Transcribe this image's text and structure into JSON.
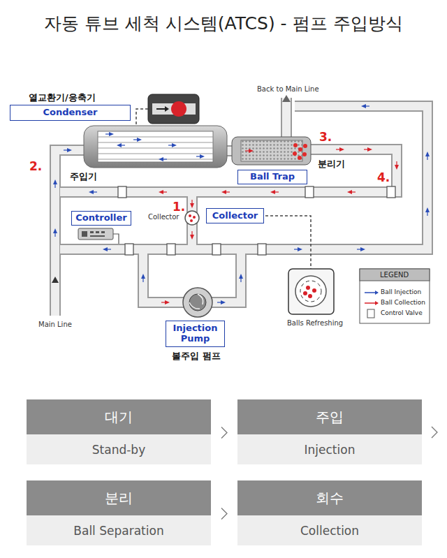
{
  "diagram": {
    "title": "자동 튜브 세척 시스템(ATCS) - 펌프 주입방식",
    "nodes": [
      {
        "text": [
          "열교환기/응축기",
          "Condenser"
        ]
      },
      {
        "text": [
          "Ball Trap"
        ]
      },
      {
        "text": [
          "Controller"
        ]
      },
      {
        "text": [
          "Collector"
        ]
      },
      {
        "text": [
          "Injection Pump",
          "볼주입 펌프"
        ]
      },
      {
        "text": [
          "대기",
          "Stand-by"
        ]
      },
      {
        "text": [
          "주입",
          "Injection"
        ]
      },
      {
        "text": [
          "분리",
          "Ball Separation"
        ]
      },
      {
        "text": [
          "회수",
          "Collection"
        ]
      }
    ],
    "edges": [
      {
        "from": 5,
        "to": 6,
        "arrow": "to"
      },
      {
        "from": 7,
        "to": 8,
        "arrow": "to"
      }
    ],
    "labels": [
      "Back to Main Line",
      "3.",
      "분리기",
      "2.",
      "주입기",
      "4.",
      "1.",
      "Collector",
      "Main Line",
      "Balls Refreshing",
      "LEGEND"
    ],
    "legend": [
      {
        "text": "Ball Injection"
      },
      {
        "text": "Ball Collection"
      },
      {
        "text": "Control Valve"
      }
    ]
  }
}
